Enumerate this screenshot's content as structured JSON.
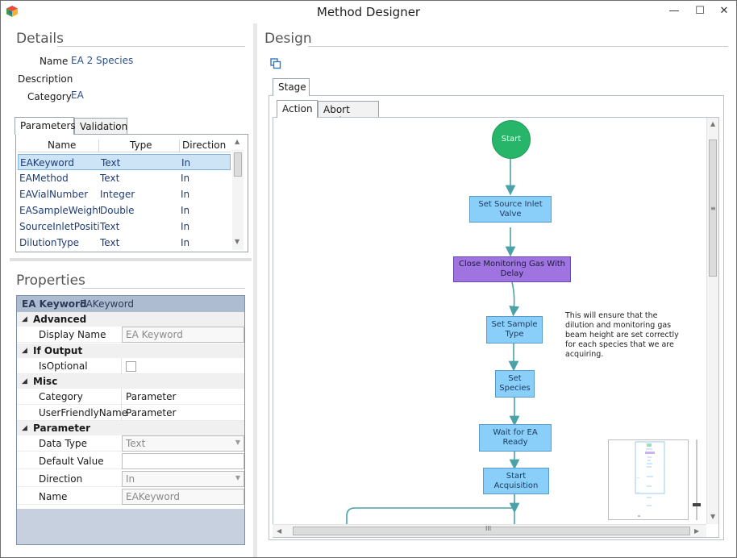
{
  "window": {
    "title": "Method Designer",
    "icons": {
      "app": "app-cube-icon",
      "minimize": "minimize-icon",
      "maximize": "maximize-icon",
      "close": "close-icon"
    },
    "controls": {
      "minimize": "—",
      "maximize": "☐",
      "close": "✕"
    }
  },
  "details": {
    "header": "Details",
    "name_label": "Name",
    "name_value": "EA 2 Species",
    "description_label": "Description",
    "category_label": "Category",
    "category_value": "EA",
    "tabs": [
      "Parameters",
      "Validation"
    ],
    "grid": {
      "columns": [
        "Name",
        "Type",
        "Direction"
      ],
      "rows": [
        {
          "name": "EAKeyword",
          "type": "Text",
          "direction": "In"
        },
        {
          "name": "EAMethod",
          "type": "Text",
          "direction": "In"
        },
        {
          "name": "EAVialNumber",
          "type": "Integer",
          "direction": "In"
        },
        {
          "name": "EASampleWeight",
          "type": "Double",
          "direction": "In"
        },
        {
          "name": "SourceInletPosition",
          "type": "Text",
          "direction": "In"
        },
        {
          "name": "DilutionType",
          "type": "Text",
          "direction": "In"
        }
      ]
    }
  },
  "properties": {
    "header": "Properties",
    "object_name": "EA Keyword",
    "object_type": "EAKeyword",
    "categories": {
      "advanced": "Advanced",
      "if_output": "If Output",
      "misc": "Misc",
      "parameter": "Parameter"
    },
    "rows": {
      "display_name": {
        "label": "Display Name",
        "value": "EA Keyword"
      },
      "is_optional": {
        "label": "IsOptional"
      },
      "category": {
        "label": "Category",
        "value": "Parameter"
      },
      "user_friendly_name": {
        "label": "UserFriendlyName",
        "value": "Parameter"
      },
      "data_type": {
        "label": "Data Type",
        "value": "Text"
      },
      "default_value": {
        "label": "Default Value",
        "value": ""
      },
      "direction": {
        "label": "Direction",
        "value": "In"
      },
      "name": {
        "label": "Name",
        "value": "EAKeyword"
      }
    }
  },
  "design": {
    "header": "Design",
    "stage_tab": "Stage",
    "action_tabs": [
      "Action",
      "Abort Action"
    ],
    "nodes": {
      "start": "Start",
      "set_source_inlet_valve": "Set Source Inlet Valve",
      "close_monitoring_gas": "Close Monitoring Gas With Delay",
      "set_sample_type": "Set Sample Type",
      "set_species": "Set Species",
      "wait_for_ea_ready": "Wait for EA Ready",
      "start_acquisition": "Start Acquisition"
    },
    "note": "This will ensure that the dilution and monitoring gas beam height are set correctly for each species that we are acquiring.",
    "colors": {
      "start_node": "#27b56a",
      "action_node": "#89cff9",
      "delay_node": "#9f73e0",
      "connector": "#4aa2a8"
    },
    "scroll_grip": "III"
  }
}
